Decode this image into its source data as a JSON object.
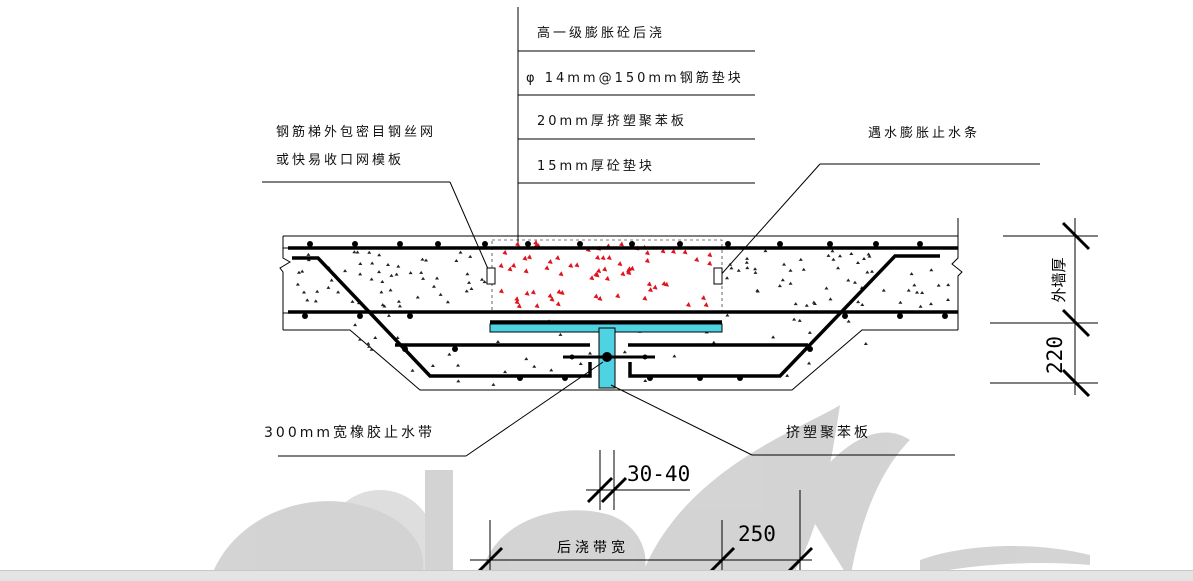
{
  "labels": {
    "right_stack_1": "高一级膨胀砼后浇",
    "right_stack_2": "φ 14mm@150mm钢筋垫块",
    "right_stack_3": "20mm厚挤塑聚苯板",
    "right_stack_4": "15mm厚砼垫块",
    "left_top_line1": "钢筋梯外包密目钢丝网",
    "left_top_line2": "或快易收口网模板",
    "right_top": "遇水膨胀止水条",
    "left_bottom": "300mm宽橡胶止水带",
    "right_bottom": "挤塑聚苯板",
    "wall_thickness": "外墙厚"
  },
  "dimensions": {
    "gap": "30-40",
    "side": "250",
    "band_width": "后浇带宽",
    "depth": "220"
  },
  "colors": {
    "concrete_outline": "#000000",
    "red_aggregate": "#e0141e",
    "waterstop": "#4fd3e3",
    "watermark": "#cfcfcf"
  }
}
